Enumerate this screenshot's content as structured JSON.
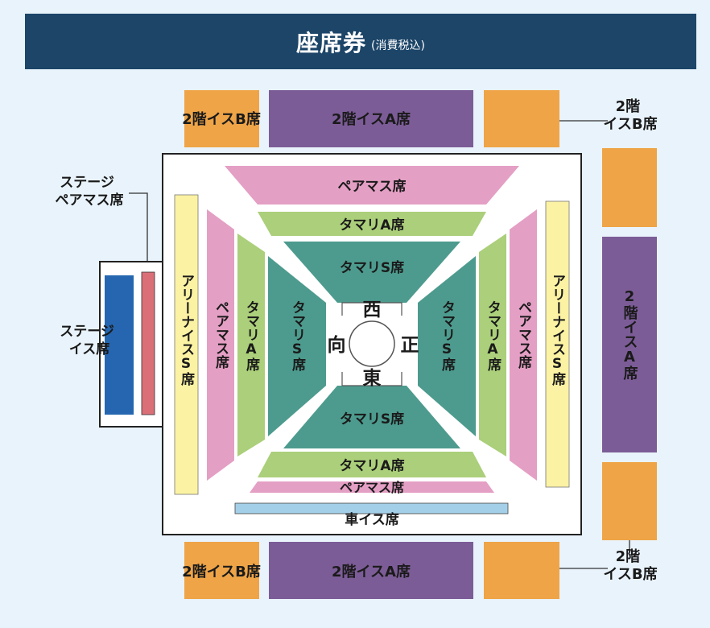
{
  "title": {
    "main": "座席券",
    "sub": "(消費税込)"
  },
  "colors": {
    "header": "#1c4568",
    "background": "#e9f3fb",
    "isu_b": "#eea447",
    "isu_a": "#7c5c97",
    "pair_masu": "#e49fc4",
    "tamari_a": "#abcf7a",
    "tamari_s": "#4d9b8e",
    "arena_s": "#fbf2a3",
    "stage_pair_masu": "#db6f78",
    "stage_isu": "#2666b0",
    "kuruma_isu": "#a4cfe9"
  },
  "seats": {
    "isu_b_2f_top_left": "2階イスB席",
    "isu_a_2f_top": "2階イスA席",
    "isu_b_2f_top_right": "2階\nイスB席",
    "isu_a_2f_right": "2階イスA席",
    "isu_b_2f_bottom_right": "2階\nイスB席",
    "isu_a_2f_bottom": "2階イスA席",
    "isu_b_2f_bottom_left": "2階イスB席",
    "stage_pair_masu": "ステージ\nペアマス席",
    "stage_isu": "ステージ\nイス席",
    "pair_masu": "ペアマス席",
    "tamari_a": "タマリA席",
    "tamari_s": "タマリS席",
    "arena_s": "アリーナイスS席",
    "kuruma_isu": "車イス席"
  },
  "directions": {
    "west": "西",
    "east": "東",
    "front": "正",
    "opposite": "向"
  }
}
